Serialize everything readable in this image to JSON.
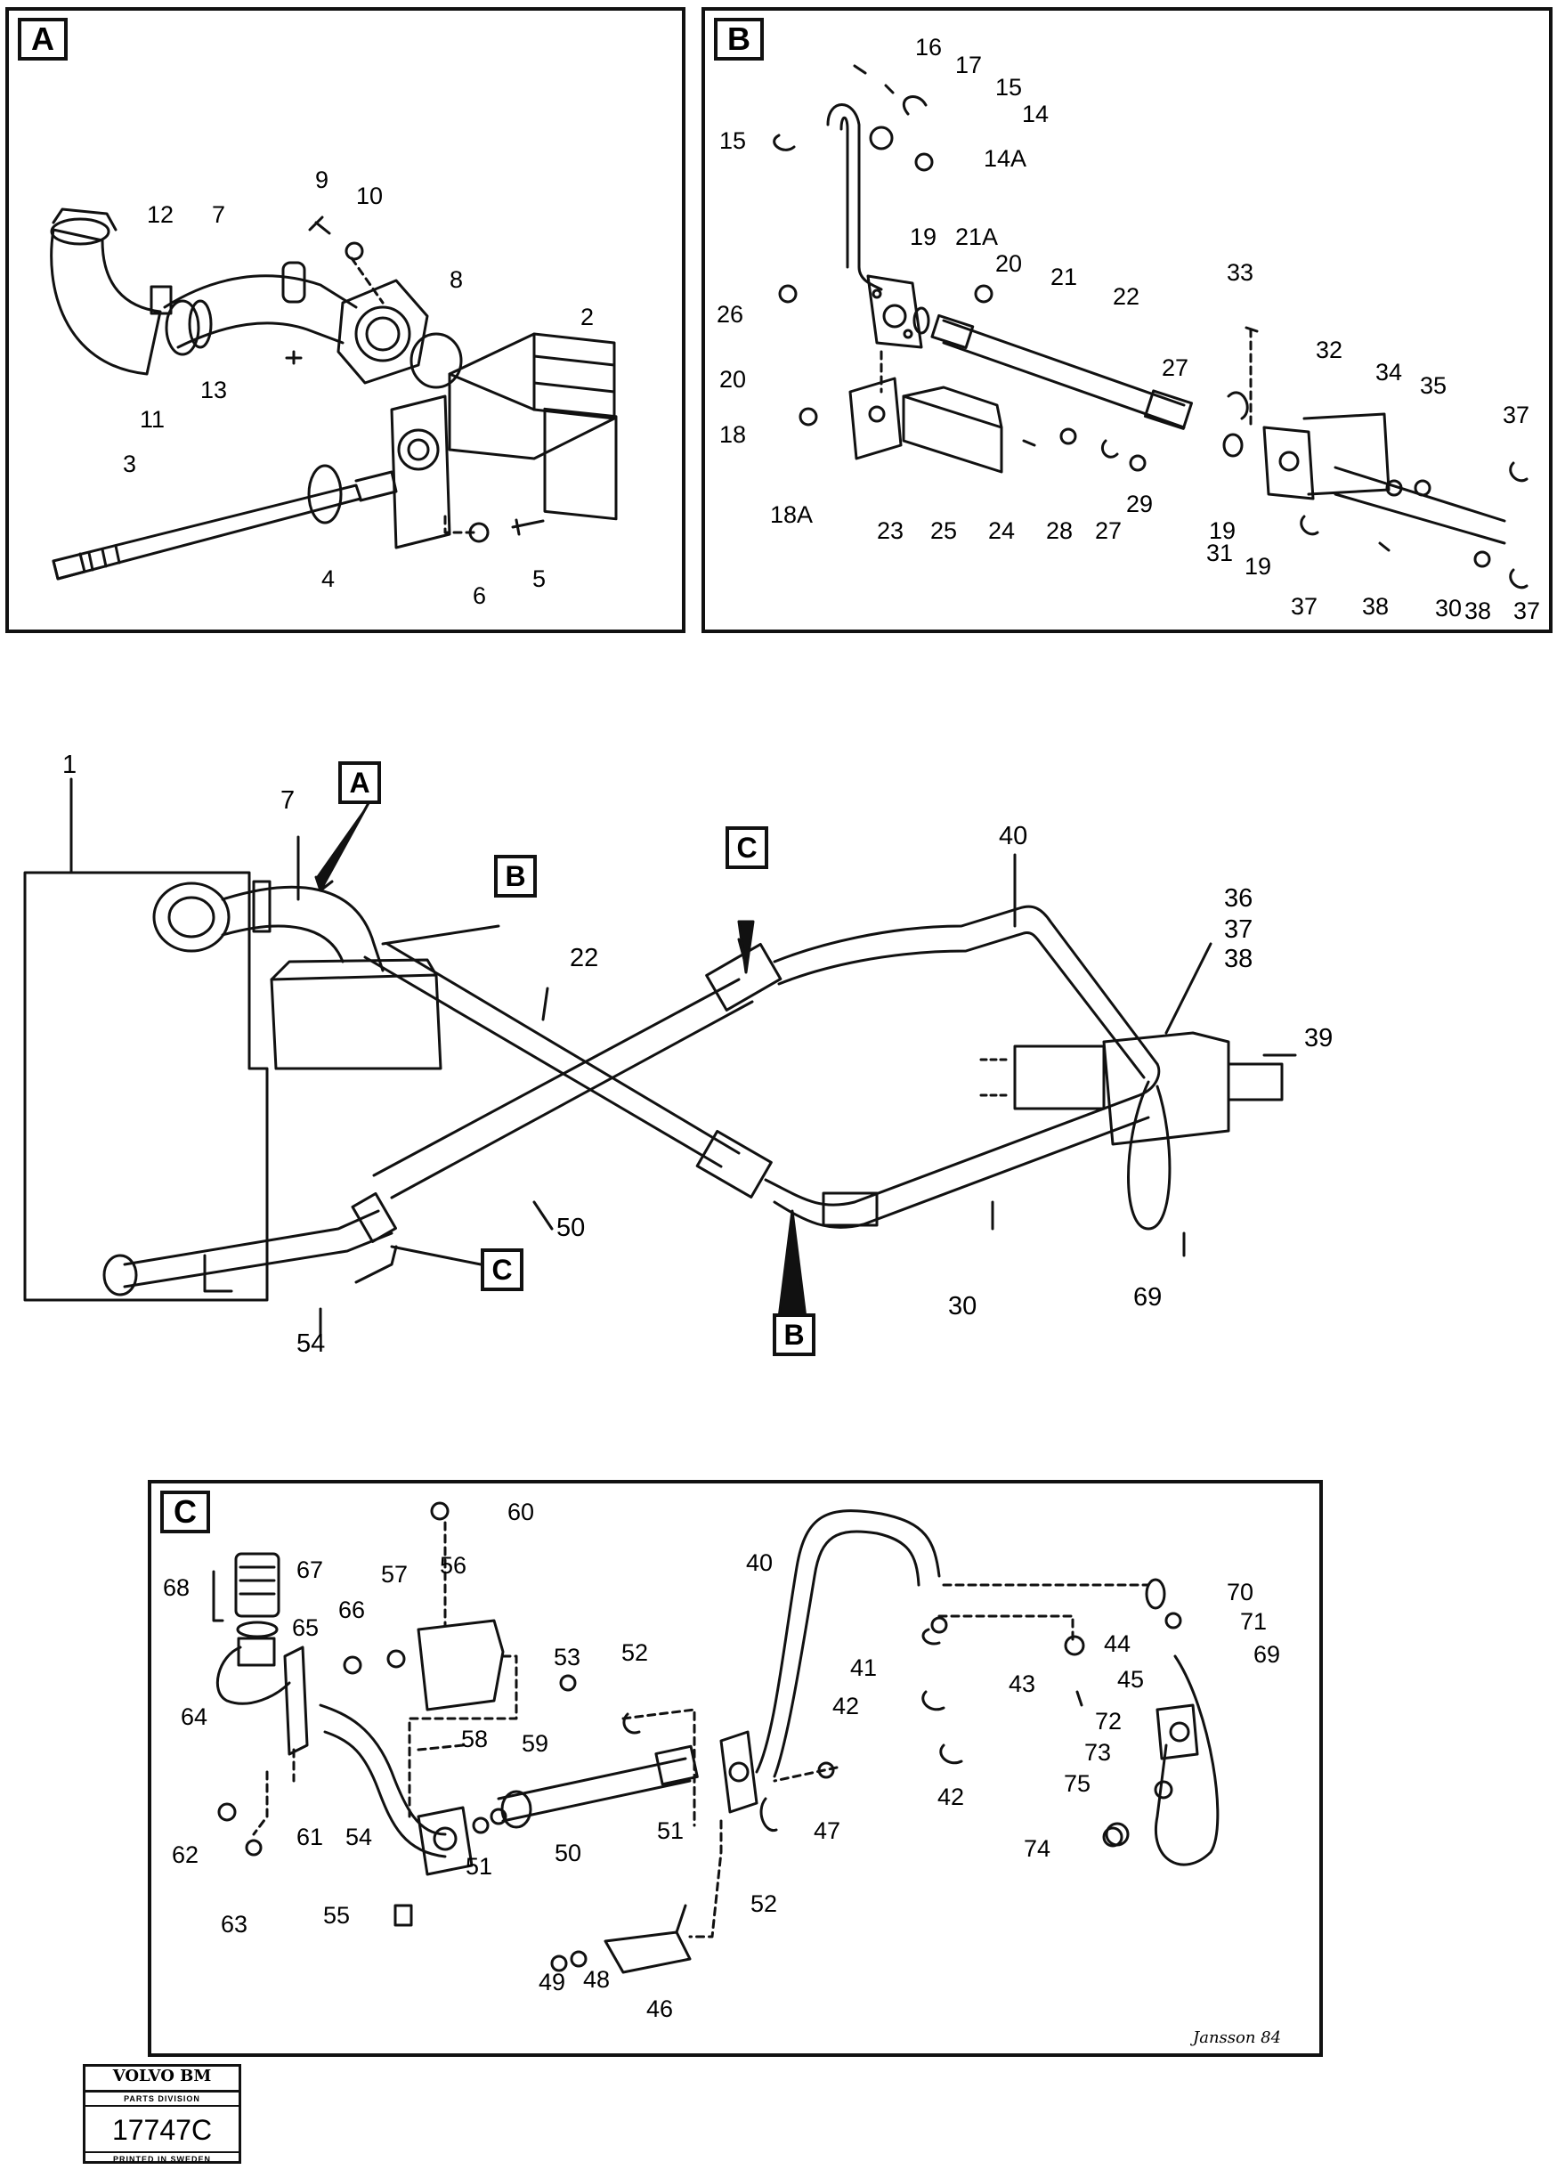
{
  "panels": {
    "a": {
      "tag": "A",
      "labels": [
        "2",
        "3",
        "4",
        "5",
        "6",
        "7",
        "8",
        "9",
        "10",
        "11",
        "12",
        "13"
      ]
    },
    "b": {
      "tag": "B",
      "labels": [
        "14",
        "14A",
        "15",
        "15",
        "16",
        "17",
        "18",
        "18A",
        "19",
        "19",
        "19",
        "20",
        "20",
        "21",
        "21A",
        "22",
        "23",
        "24",
        "25",
        "26",
        "27",
        "27",
        "28",
        "29",
        "30",
        "31",
        "32",
        "33",
        "34",
        "35",
        "37",
        "37",
        "37",
        "38",
        "38"
      ]
    },
    "c": {
      "tag": "C",
      "labels": [
        "40",
        "41",
        "42",
        "42",
        "43",
        "44",
        "45",
        "46",
        "47",
        "48",
        "49",
        "50",
        "51",
        "51",
        "52",
        "52",
        "53",
        "54",
        "55",
        "56",
        "57",
        "58",
        "59",
        "60",
        "61",
        "62",
        "63",
        "64",
        "65",
        "66",
        "67",
        "68",
        "69",
        "70",
        "71",
        "72",
        "73",
        "74",
        "75"
      ]
    }
  },
  "overview": {
    "labels": [
      "1",
      "7",
      "22",
      "30",
      "36",
      "37",
      "38",
      "39",
      "40",
      "50",
      "54",
      "69"
    ],
    "callouts": [
      "A",
      "B",
      "C",
      "C",
      "B"
    ]
  },
  "logo": {
    "brand": "VOLVO BM",
    "division": "PARTS DIVISION",
    "number": "17747C",
    "printed": "PRINTED IN SWEDEN"
  },
  "signature": "Jansson 84",
  "colors": {
    "line": "#111111",
    "background": "#ffffff"
  }
}
